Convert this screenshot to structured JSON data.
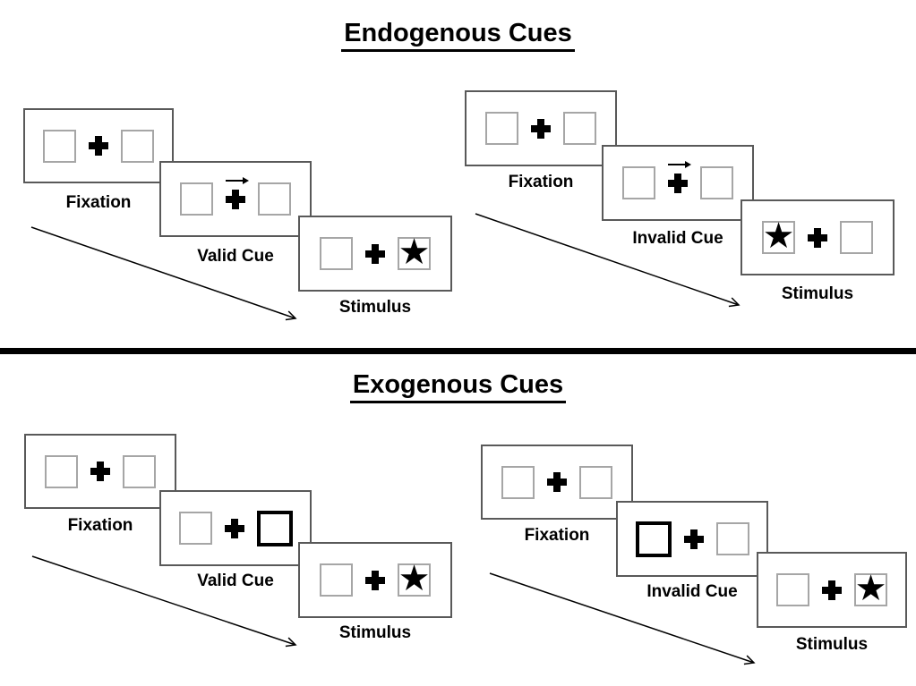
{
  "colors": {
    "panel_border": "#595959",
    "placeholder_square_border": "#a6a6a6",
    "bold_cue_square_border": "#000000",
    "divider": "#000000",
    "text": "#000000",
    "background": "#ffffff"
  },
  "icons": {
    "fixation_cross": "plus-cross",
    "cue_arrow": "right-arrow",
    "target": "star"
  },
  "sections": [
    {
      "title": "Endogenous Cues",
      "sequences": [
        {
          "name": "valid",
          "panels": [
            {
              "label": "Fixation",
              "left": "",
              "right": "",
              "has_cue_arrow": false
            },
            {
              "label": "Valid Cue",
              "left": "",
              "right": "",
              "has_cue_arrow": true
            },
            {
              "label": "Stimulus",
              "left": "",
              "right": "★",
              "has_cue_arrow": false
            }
          ]
        },
        {
          "name": "invalid",
          "panels": [
            {
              "label": "Fixation",
              "left": "",
              "right": "",
              "has_cue_arrow": false
            },
            {
              "label": "Invalid Cue",
              "left": "",
              "right": "",
              "has_cue_arrow": true
            },
            {
              "label": "Stimulus",
              "left": "★",
              "right": "",
              "has_cue_arrow": false
            }
          ]
        }
      ]
    },
    {
      "title": "Exogenous Cues",
      "sequences": [
        {
          "name": "valid",
          "panels": [
            {
              "label": "Fixation",
              "left": "",
              "right": "",
              "bold_square": "none"
            },
            {
              "label": "Valid Cue",
              "left": "",
              "right": "",
              "bold_square": "right"
            },
            {
              "label": "Stimulus",
              "left": "",
              "right": "★",
              "bold_square": "none"
            }
          ]
        },
        {
          "name": "invalid",
          "panels": [
            {
              "label": "Fixation",
              "left": "",
              "right": "",
              "bold_square": "none"
            },
            {
              "label": "Invalid Cue",
              "left": "",
              "right": "",
              "bold_square": "left"
            },
            {
              "label": "Stimulus",
              "left": "",
              "right": "★",
              "bold_square": "none"
            }
          ]
        }
      ]
    }
  ]
}
